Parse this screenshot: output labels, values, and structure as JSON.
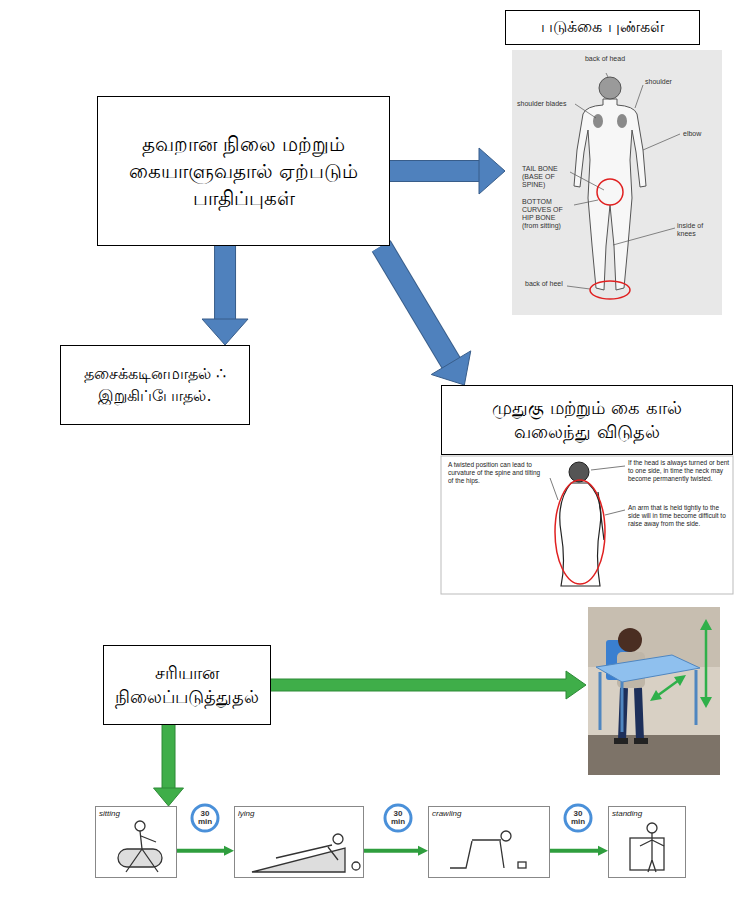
{
  "diagram": {
    "nodes": [
      {
        "text": [
          "தவறான நிலை மற்றும் கையாளுவதால் ஏற்படும் பாதிப்புகள்"
        ]
      },
      {
        "text": [
          "படுக்கை புண்கள்",
          "back of head",
          "shoulder",
          "shoulder blades",
          "elbow",
          "TAIL BONE (BASE OF SPINE)",
          "BOTTOM CURVES OF HIP BONE (from sitting)",
          "inside of knees",
          "back of heel"
        ]
      },
      {
        "text": [
          "தசைக்கடினமாதல் ∴ இறுகிப்போதல்."
        ]
      },
      {
        "text": [
          "முதுகு மற்றும் கை கால் வலைந்து விடுதல்"
        ]
      },
      {
        "text": [
          "சரியான நிலைப்படுத்துதல்"
        ]
      },
      {
        "text": [
          "sitting"
        ]
      },
      {
        "text": [
          "30 min"
        ]
      },
      {
        "text": [
          "lying"
        ]
      },
      {
        "text": [
          "30 min"
        ]
      },
      {
        "text": [
          "crawling"
        ]
      },
      {
        "text": [
          "30 min"
        ]
      },
      {
        "text": [
          "standing"
        ]
      }
    ],
    "edges": [
      {
        "from": 0,
        "to": 1,
        "arrow": "to"
      },
      {
        "from": 0,
        "to": 2,
        "arrow": "to"
      },
      {
        "from": 0,
        "to": 3,
        "arrow": "to"
      },
      {
        "from": 4,
        "to": 5,
        "arrow": "to"
      },
      {
        "from": 5,
        "to": 7,
        "arrow": "to"
      },
      {
        "from": 7,
        "to": 9,
        "arrow": "to"
      },
      {
        "from": 9,
        "to": 11,
        "arrow": "to"
      }
    ],
    "labels": [
      "A twisted position can lead to curvature of the spine and tilting of the hips.",
      "If the head is always turned or bent to one side, in time the neck may become permanently twisted.",
      "An arm that is held tightly to the side will in time become difficult to raise away from the side."
    ]
  }
}
